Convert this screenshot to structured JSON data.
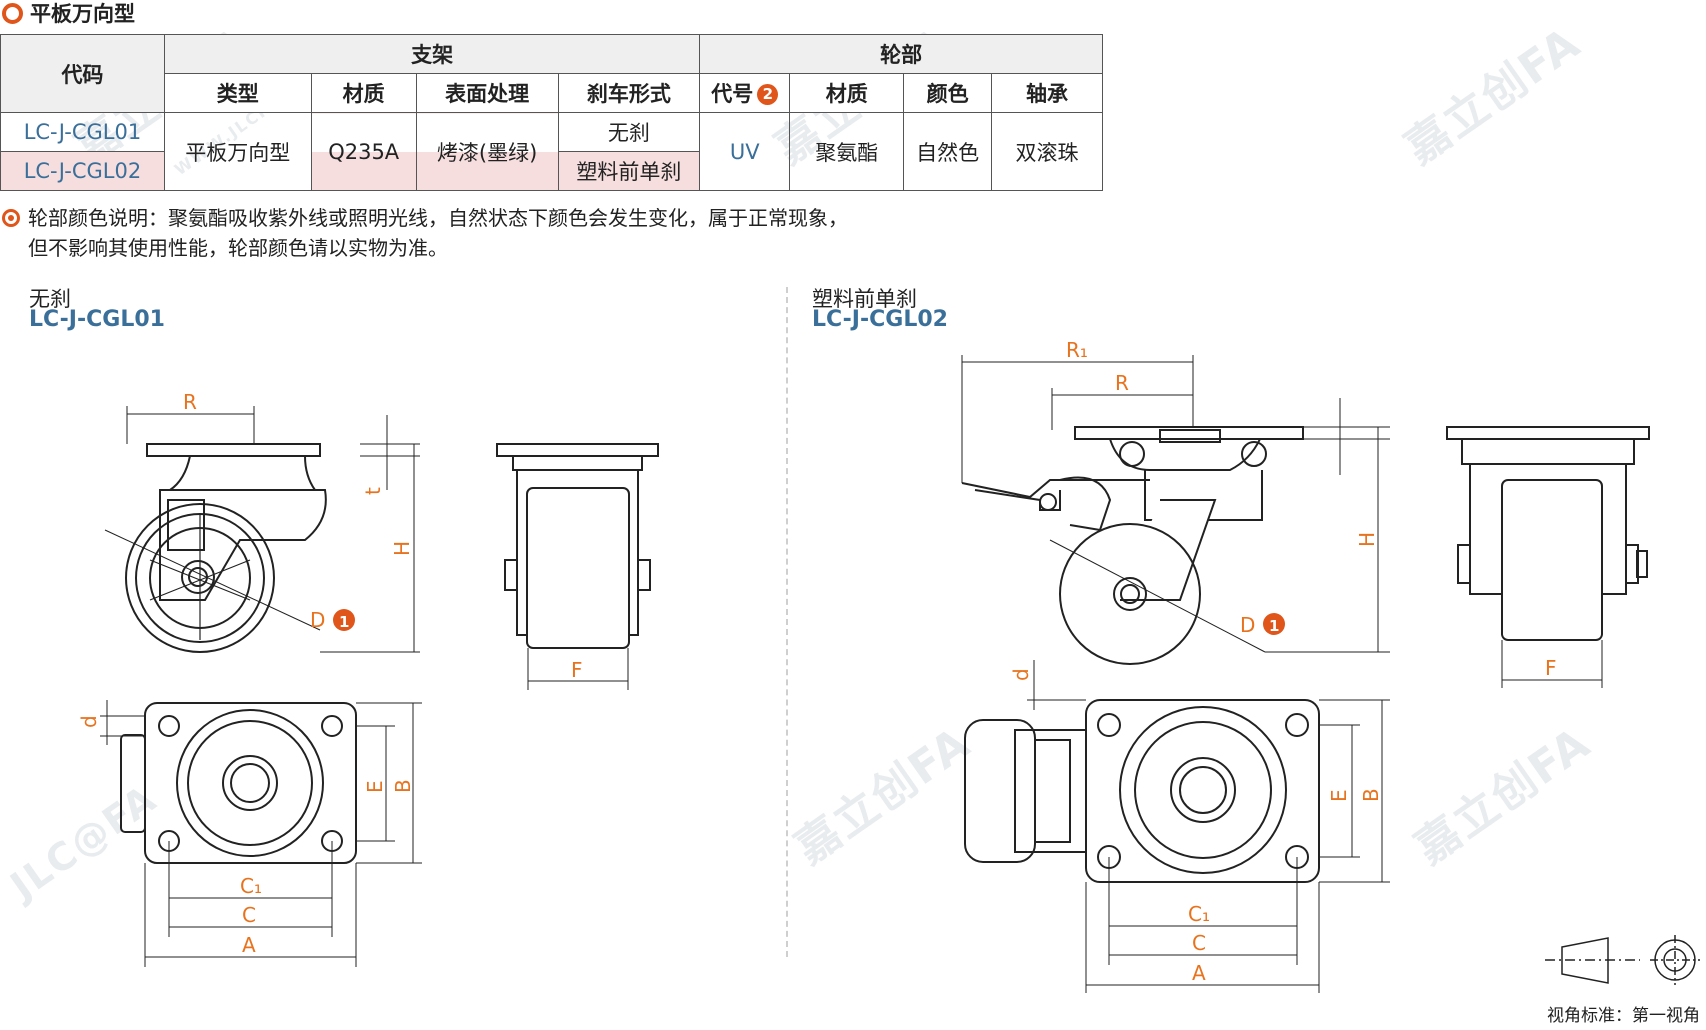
{
  "heading": "平板万向型",
  "table": {
    "h_code": "代码",
    "h_bracket": "支架",
    "h_wheel": "轮部",
    "h_type": "类型",
    "h_material": "材质",
    "h_surface": "表面处理",
    "h_brake": "刹车形式",
    "h_wcode": "代号",
    "h_wcode_badge": "2",
    "h_wmaterial": "材质",
    "h_color": "颜色",
    "h_bearing": "轴承",
    "row1_code": "LC-J-CGL01",
    "row2_code": "LC-J-CGL02",
    "type": "平板万向型",
    "material": "Q235A",
    "surface": "烤漆(墨绿)",
    "brake1": "无刹",
    "brake2": "塑料前单刹",
    "wcode": "UV",
    "wmaterial": "聚氨酯",
    "color": "自然色",
    "bearing": "双滚珠"
  },
  "note": {
    "line1": "轮部颜色说明：聚氨酯吸收紫外线或照明光线，自然状态下颜色会发生变化，属于正常现象，",
    "line2": "但不影响其使用性能，轮部颜色请以实物为准。"
  },
  "left": {
    "label": "无刹",
    "code": "LC-J-CGL01"
  },
  "right": {
    "label": "塑料前单刹",
    "code": "LC-J-CGL02"
  },
  "dims": {
    "R": "R",
    "R1": "R₁",
    "t": "t",
    "H": "H",
    "D": "D",
    "D_badge": "1",
    "F": "F",
    "d": "d",
    "E": "E",
    "B": "B",
    "C1": "C₁",
    "C": "C",
    "A": "A"
  },
  "view_standard": "视角标准：第一视角",
  "watermark": {
    "brand": "嘉立创FA",
    "latin": "JLC@FA",
    "url": "WWW.JLCFA.COM"
  },
  "colors": {
    "accent": "#e0551a",
    "code_blue": "#3a6f9a",
    "dimension": "#e8731e",
    "highlight": "#f6dede"
  }
}
